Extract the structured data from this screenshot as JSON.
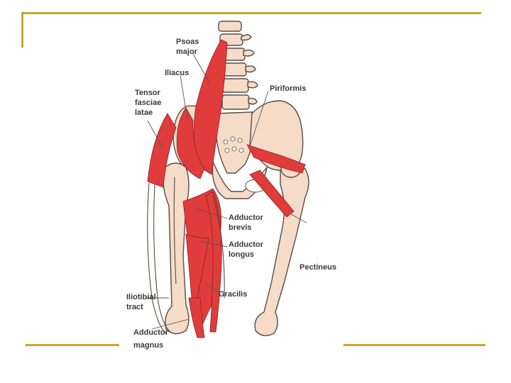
{
  "colors": {
    "frame_accent": "#c8a82a",
    "muscle": "#e03c3c",
    "bone": "#f5dcc8",
    "outline": "#5a4a44"
  },
  "labels": {
    "psoas_major": [
      "Psoas",
      "major"
    ],
    "iliacus": "Iliacus",
    "tensor_fasciae_latae": [
      "Tensor",
      "fasciae",
      "latae"
    ],
    "piriformis": "Piriformis",
    "adductor_brevis": [
      "Adductor",
      "brevis"
    ],
    "adductor_longus": [
      "Adductor",
      "longus"
    ],
    "pectineus": "Pectineus",
    "iliotibial_tract": [
      "Iliotibial",
      "tract"
    ],
    "gracilis": "Gracilis",
    "adductor_magnus": [
      "Adductor",
      "magnus"
    ]
  }
}
